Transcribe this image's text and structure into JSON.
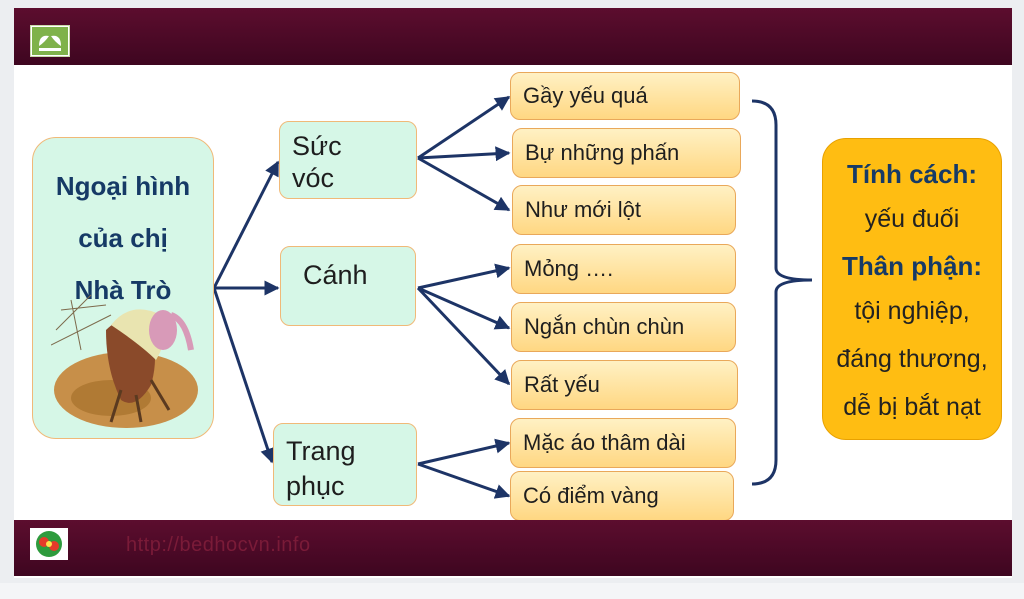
{
  "footer": {
    "url": "http://bedhocvn.info"
  },
  "main": {
    "title_lines": [
      "Ngoại hình",
      "của chị",
      "Nhà Trò"
    ]
  },
  "categories": [
    {
      "label_lines": [
        "Sức",
        "vóc"
      ]
    },
    {
      "label_lines": [
        "Cánh"
      ]
    },
    {
      "label_lines": [
        "Trang",
        "phục"
      ]
    }
  ],
  "details": [
    "Gầy yếu quá",
    "Bự những phấn",
    "Như mới lột",
    "Mỏng ….",
    "Ngắn chùn chùn",
    "Rất yếu",
    "Mặc áo thâm dài",
    "Có điểm vàng"
  ],
  "summary": {
    "label1": "Tính cách:",
    "value1": "yếu đuối",
    "label2": "Thân phận:",
    "value2_lines": [
      "tội nghiệp,",
      "đáng thương,",
      "dễ bị bắt nạt"
    ]
  },
  "colors": {
    "bar": "#4f0a28",
    "arrow": "#1d3466",
    "category_fill": "#d6f7e7",
    "detail_fill": "#ffd782",
    "summary_fill": "#ffbd12"
  }
}
